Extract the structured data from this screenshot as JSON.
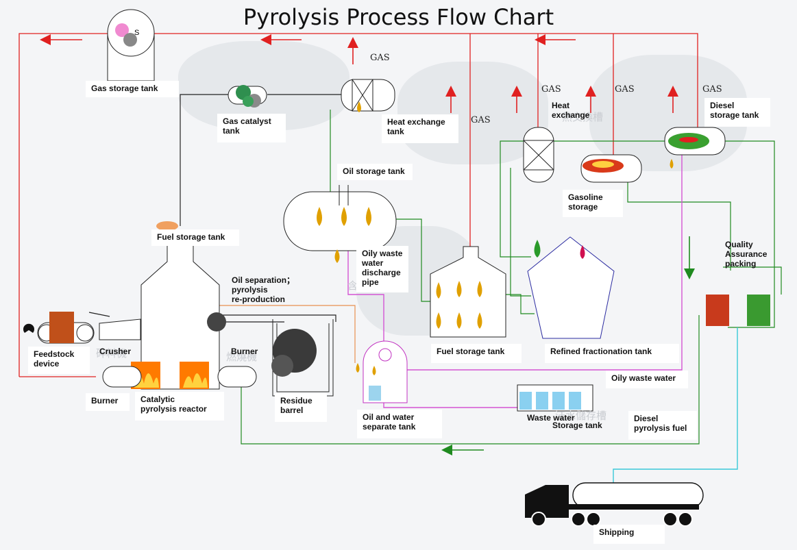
{
  "title": "Pyrolysis Process Flow Chart",
  "gas": "GAS",
  "gas_tank_badge": "S",
  "labels": {
    "gas_storage": "Gas storage tank",
    "gas_catalyst": "Gas catalyst\ntank",
    "heat_exchange_tank": "Heat exchange\ntank",
    "heat_exchange": "Heat\nexchange",
    "diesel_storage": "Diesel\nstorage tank",
    "oil_storage": "Oil storage tank",
    "gasoline_storage": "Gasoline\nstorage",
    "fuel_storage_upper": "Fuel storage tank",
    "oily_waste_pipe": "Oily waste\nwater\ndischarge\npipe",
    "oil_separation": "Oil separation；pyrolysis\nre-production",
    "quality": "Quality Assurance\npacking",
    "feedstock": "Feedstock\ndevice",
    "crusher": "Crusher",
    "burner_right": "Burner",
    "burner_left": "Burner",
    "catalytic": "Catalytic\npyrolysis reactor",
    "residue": "Residue\nbarrel",
    "oil_water_sep": "Oil and water\nseparate tank",
    "fuel_storage_lower": "Fuel storage tank",
    "refined": "Refined fractionation tank",
    "oily_waste_water": "Oily waste water",
    "waste_water": "Waste water",
    "storage_tank": "Storage tank",
    "diesel_fuel": "Diesel\npyrolysis fuel",
    "shipping": "Shipping"
  },
  "colors": {
    "gas_line": "#e02020",
    "oil_line": "#1f8a1f",
    "water_line": "#d455d4",
    "ship_line": "#38c8d8",
    "feed_line": "#e89050",
    "drop": "#e0a000",
    "flame": "#ff7a00"
  }
}
